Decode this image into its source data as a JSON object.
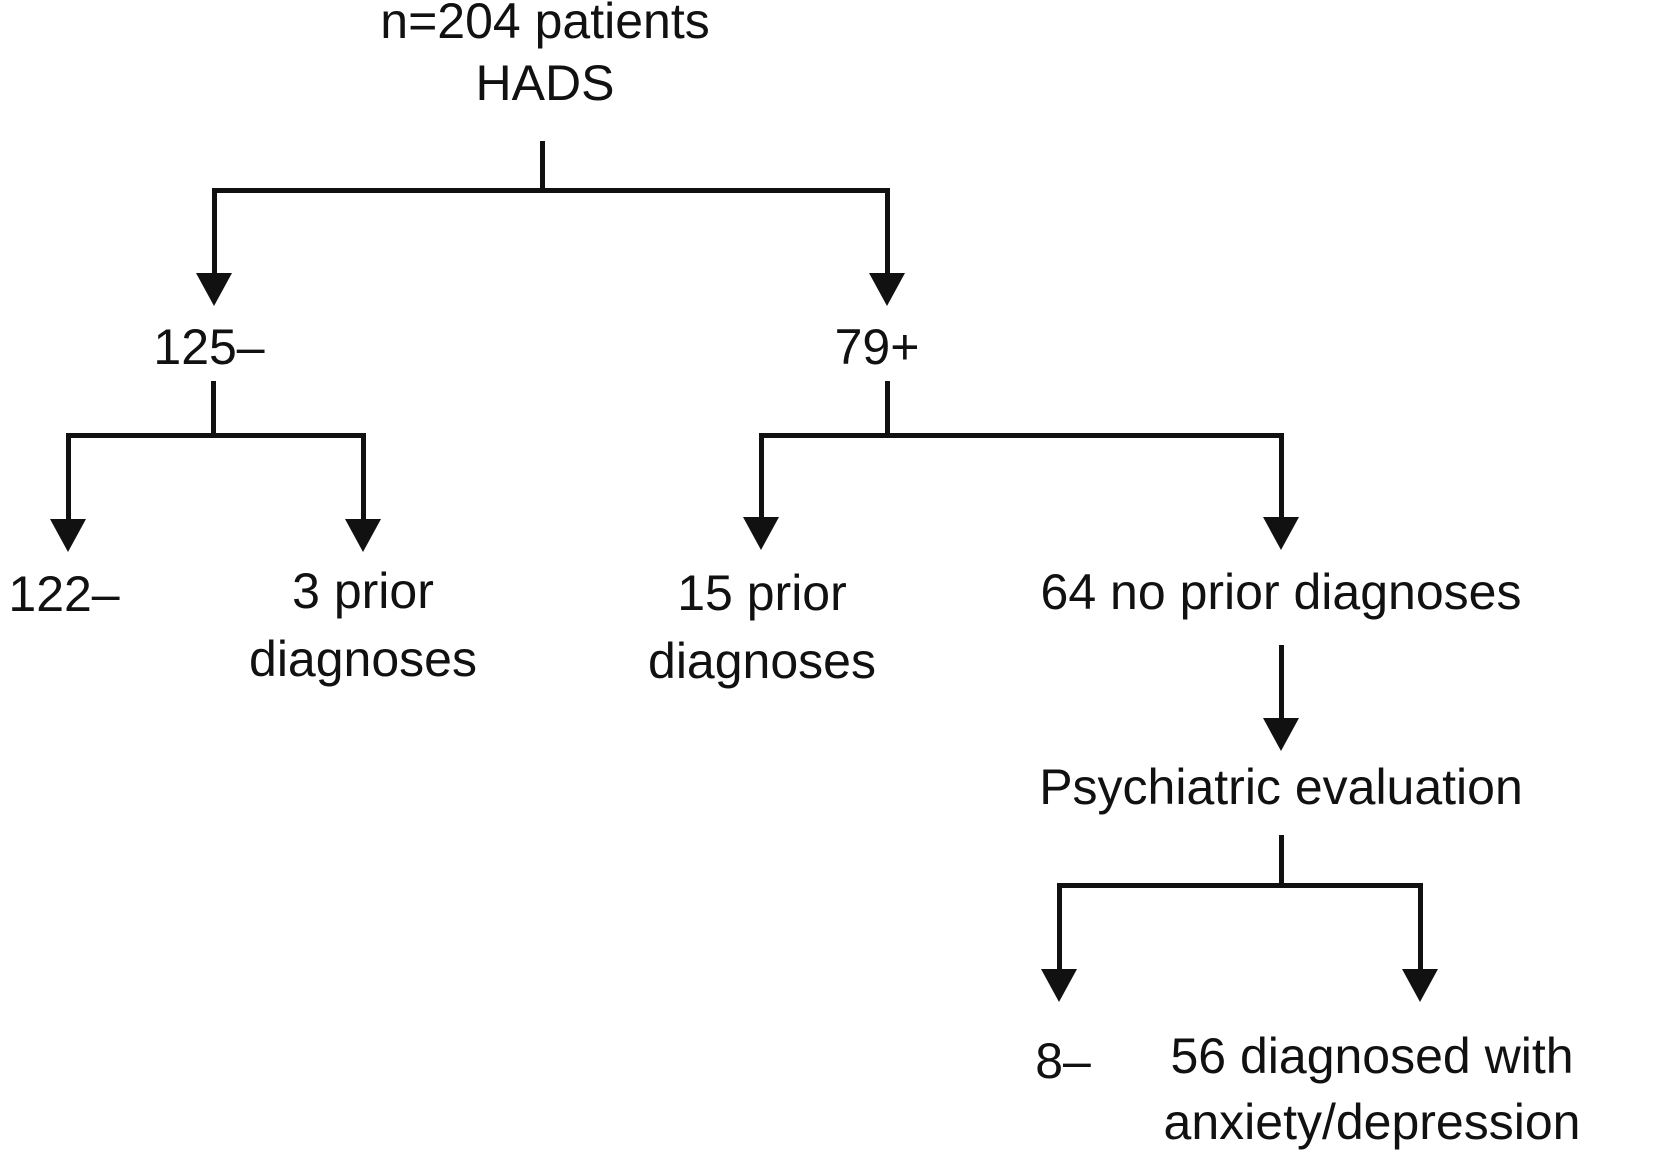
{
  "figure": {
    "type": "flowchart",
    "background_color": "#ffffff",
    "line_color": "#111111",
    "text_color": "#111111",
    "nodes": {
      "root": {
        "line1": "n=204 patients",
        "line2": "HADS"
      },
      "hads_negative": {
        "label": "125–"
      },
      "hads_positive": {
        "label": "79+"
      },
      "negative_remainder": {
        "label": "122–"
      },
      "negative_prior": {
        "line1": "3 prior",
        "line2": "diagnoses"
      },
      "positive_prior": {
        "line1": "15 prior",
        "line2": "diagnoses"
      },
      "positive_no_prior": {
        "label": "64 no prior diagnoses"
      },
      "psych_eval": {
        "label": "Psychiatric evaluation"
      },
      "eval_negative": {
        "label": "8–"
      },
      "eval_diagnosed": {
        "line1": "56 diagnosed with",
        "line2": "anxiety/depression"
      }
    },
    "edges": [
      {
        "from": "n=204 patients HADS",
        "to": "125–"
      },
      {
        "from": "n=204 patients HADS",
        "to": "79+"
      },
      {
        "from": "125–",
        "to": "122–"
      },
      {
        "from": "125–",
        "to": "3 prior diagnoses"
      },
      {
        "from": "79+",
        "to": "15 prior diagnoses"
      },
      {
        "from": "79+",
        "to": "64 no prior diagnoses"
      },
      {
        "from": "64 no prior diagnoses",
        "to": "Psychiatric evaluation"
      },
      {
        "from": "Psychiatric evaluation",
        "to": "8–"
      },
      {
        "from": "Psychiatric evaluation",
        "to": "56 diagnosed with anxiety/depression"
      }
    ]
  }
}
